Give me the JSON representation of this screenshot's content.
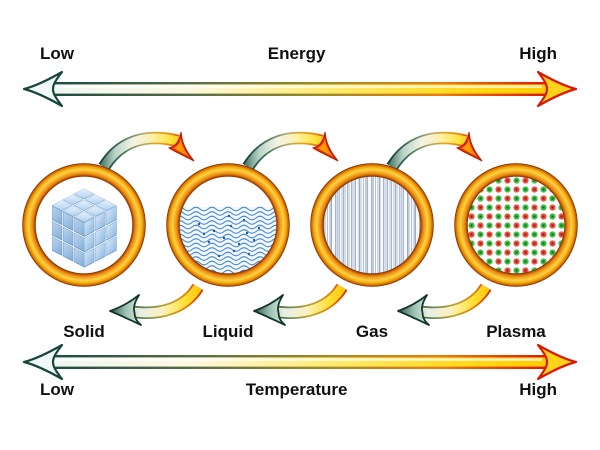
{
  "energy_axis": {
    "low_label": "Low",
    "axis_label": "Energy",
    "high_label": "High"
  },
  "temperature_axis": {
    "low_label": "Low",
    "axis_label": "Temperature",
    "high_label": "High"
  },
  "states": [
    {
      "label": "Solid",
      "icon": "solid-cube-icon"
    },
    {
      "label": "Liquid",
      "icon": "liquid-waves-icon"
    },
    {
      "label": "Gas",
      "icon": "gas-streaks-icon"
    },
    {
      "label": "Plasma",
      "icon": "plasma-particles-icon"
    }
  ],
  "transition_arrows": {
    "top_direction": "left-to-right (increasing energy)",
    "bottom_direction": "right-to-left (decreasing energy)"
  },
  "colors": {
    "ring_gold": "#f2a407",
    "teal_dark": "#16463e",
    "arrow_yellow": "#ffe23a",
    "arrow_red": "#e8280a",
    "cube_blue": "#a8cdec",
    "water_blue": "#3c7fd0",
    "plasma_red": "#ee5244",
    "plasma_green": "#44c048"
  }
}
